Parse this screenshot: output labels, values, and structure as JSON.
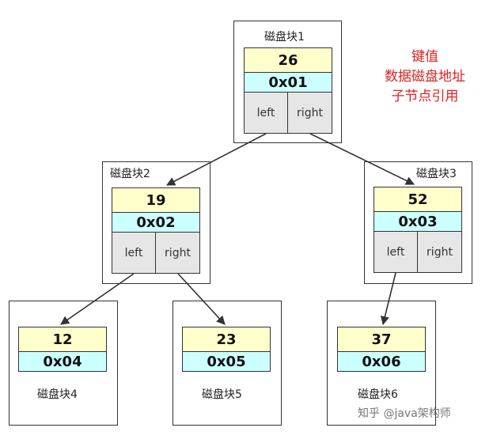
{
  "nodes": {
    "n1": {
      "title": "磁盘块1",
      "key": "26",
      "addr": "0x01",
      "left": "left",
      "right": "right"
    },
    "n2": {
      "title": "磁盘块2",
      "key": "19",
      "addr": "0x02",
      "left": "left",
      "right": "right"
    },
    "n3": {
      "title": "磁盘块3",
      "key": "52",
      "addr": "0x03",
      "left": "left",
      "right": "right"
    },
    "n4": {
      "title": "磁盘块4",
      "key": "12",
      "addr": "0x04"
    },
    "n5": {
      "title": "磁盘块5",
      "key": "23",
      "addr": "0x05"
    },
    "n6": {
      "title": "磁盘块6",
      "key": "37",
      "addr": "0x06"
    }
  },
  "legend": [
    "键值",
    "数据磁盘地址",
    "子节点引用"
  ],
  "watermark": "知乎 @java架构师",
  "colors": {
    "key_fill": "#ffffcc",
    "addr_fill": "#ccffff",
    "pointer_fill": "#e6e6e6",
    "legend_text": "#e02020"
  }
}
